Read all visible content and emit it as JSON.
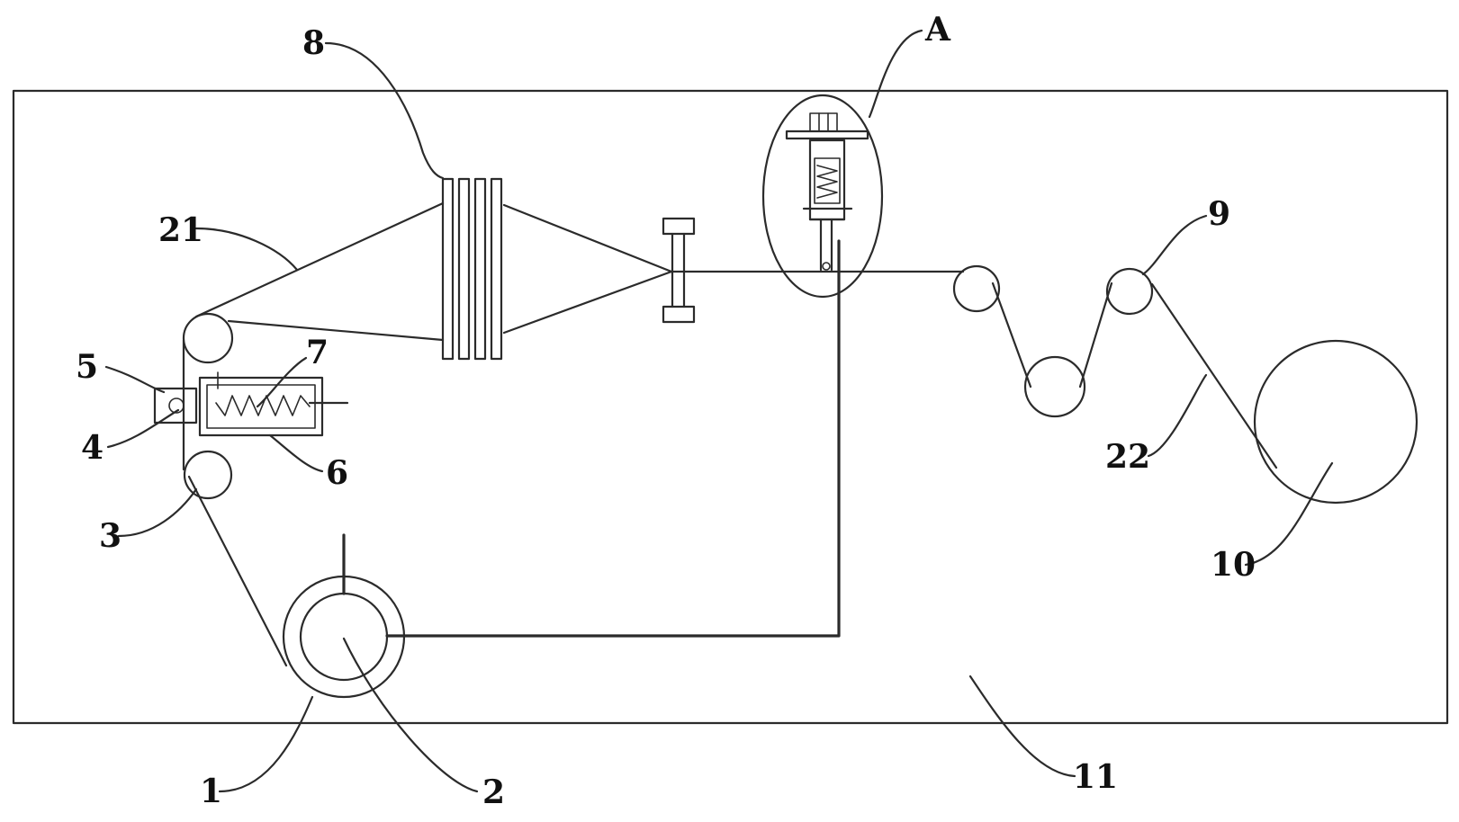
{
  "labels": {
    "l1": "1",
    "l2": "2",
    "l3": "3",
    "l4": "4",
    "l5": "5",
    "l6": "6",
    "l7": "7",
    "l8": "8",
    "l9": "9",
    "l10": "10",
    "l11": "11",
    "l21": "21",
    "l22": "22",
    "lA": "A"
  }
}
